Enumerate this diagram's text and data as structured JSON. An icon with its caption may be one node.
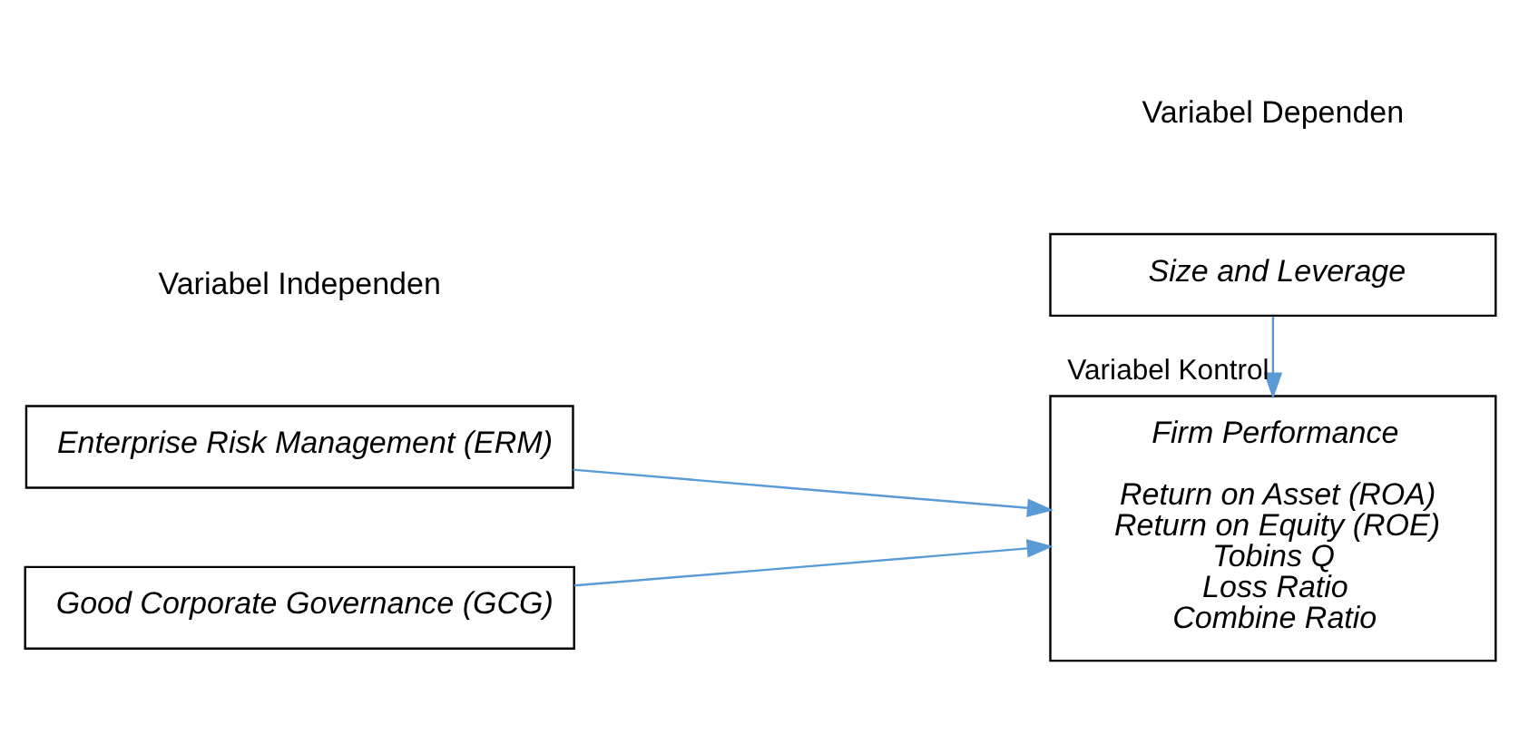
{
  "diagram": {
    "nodes": [
      {
        "text": [
          "Enterprise Risk Management (ERM)"
        ]
      },
      {
        "text": [
          "Good Corporate Governance (GCG)"
        ]
      },
      {
        "text": [
          "Firm Performance",
          "Return on Asset (ROA)",
          "Return on Equity (ROE)",
          "Tobins Q",
          "Loss Ratio",
          "Combine Ratio"
        ]
      },
      {
        "text": [
          "Size and Leverage"
        ]
      }
    ],
    "edges": [
      {
        "from": 0,
        "to": 2,
        "arrow": "to"
      },
      {
        "from": 1,
        "to": 2,
        "arrow": "to"
      },
      {
        "from": 3,
        "to": 2,
        "arrow": "to",
        "label": "Variabel Kontrol"
      }
    ],
    "labels": [
      "Variabel Independen",
      "Variabel Dependen"
    ]
  }
}
